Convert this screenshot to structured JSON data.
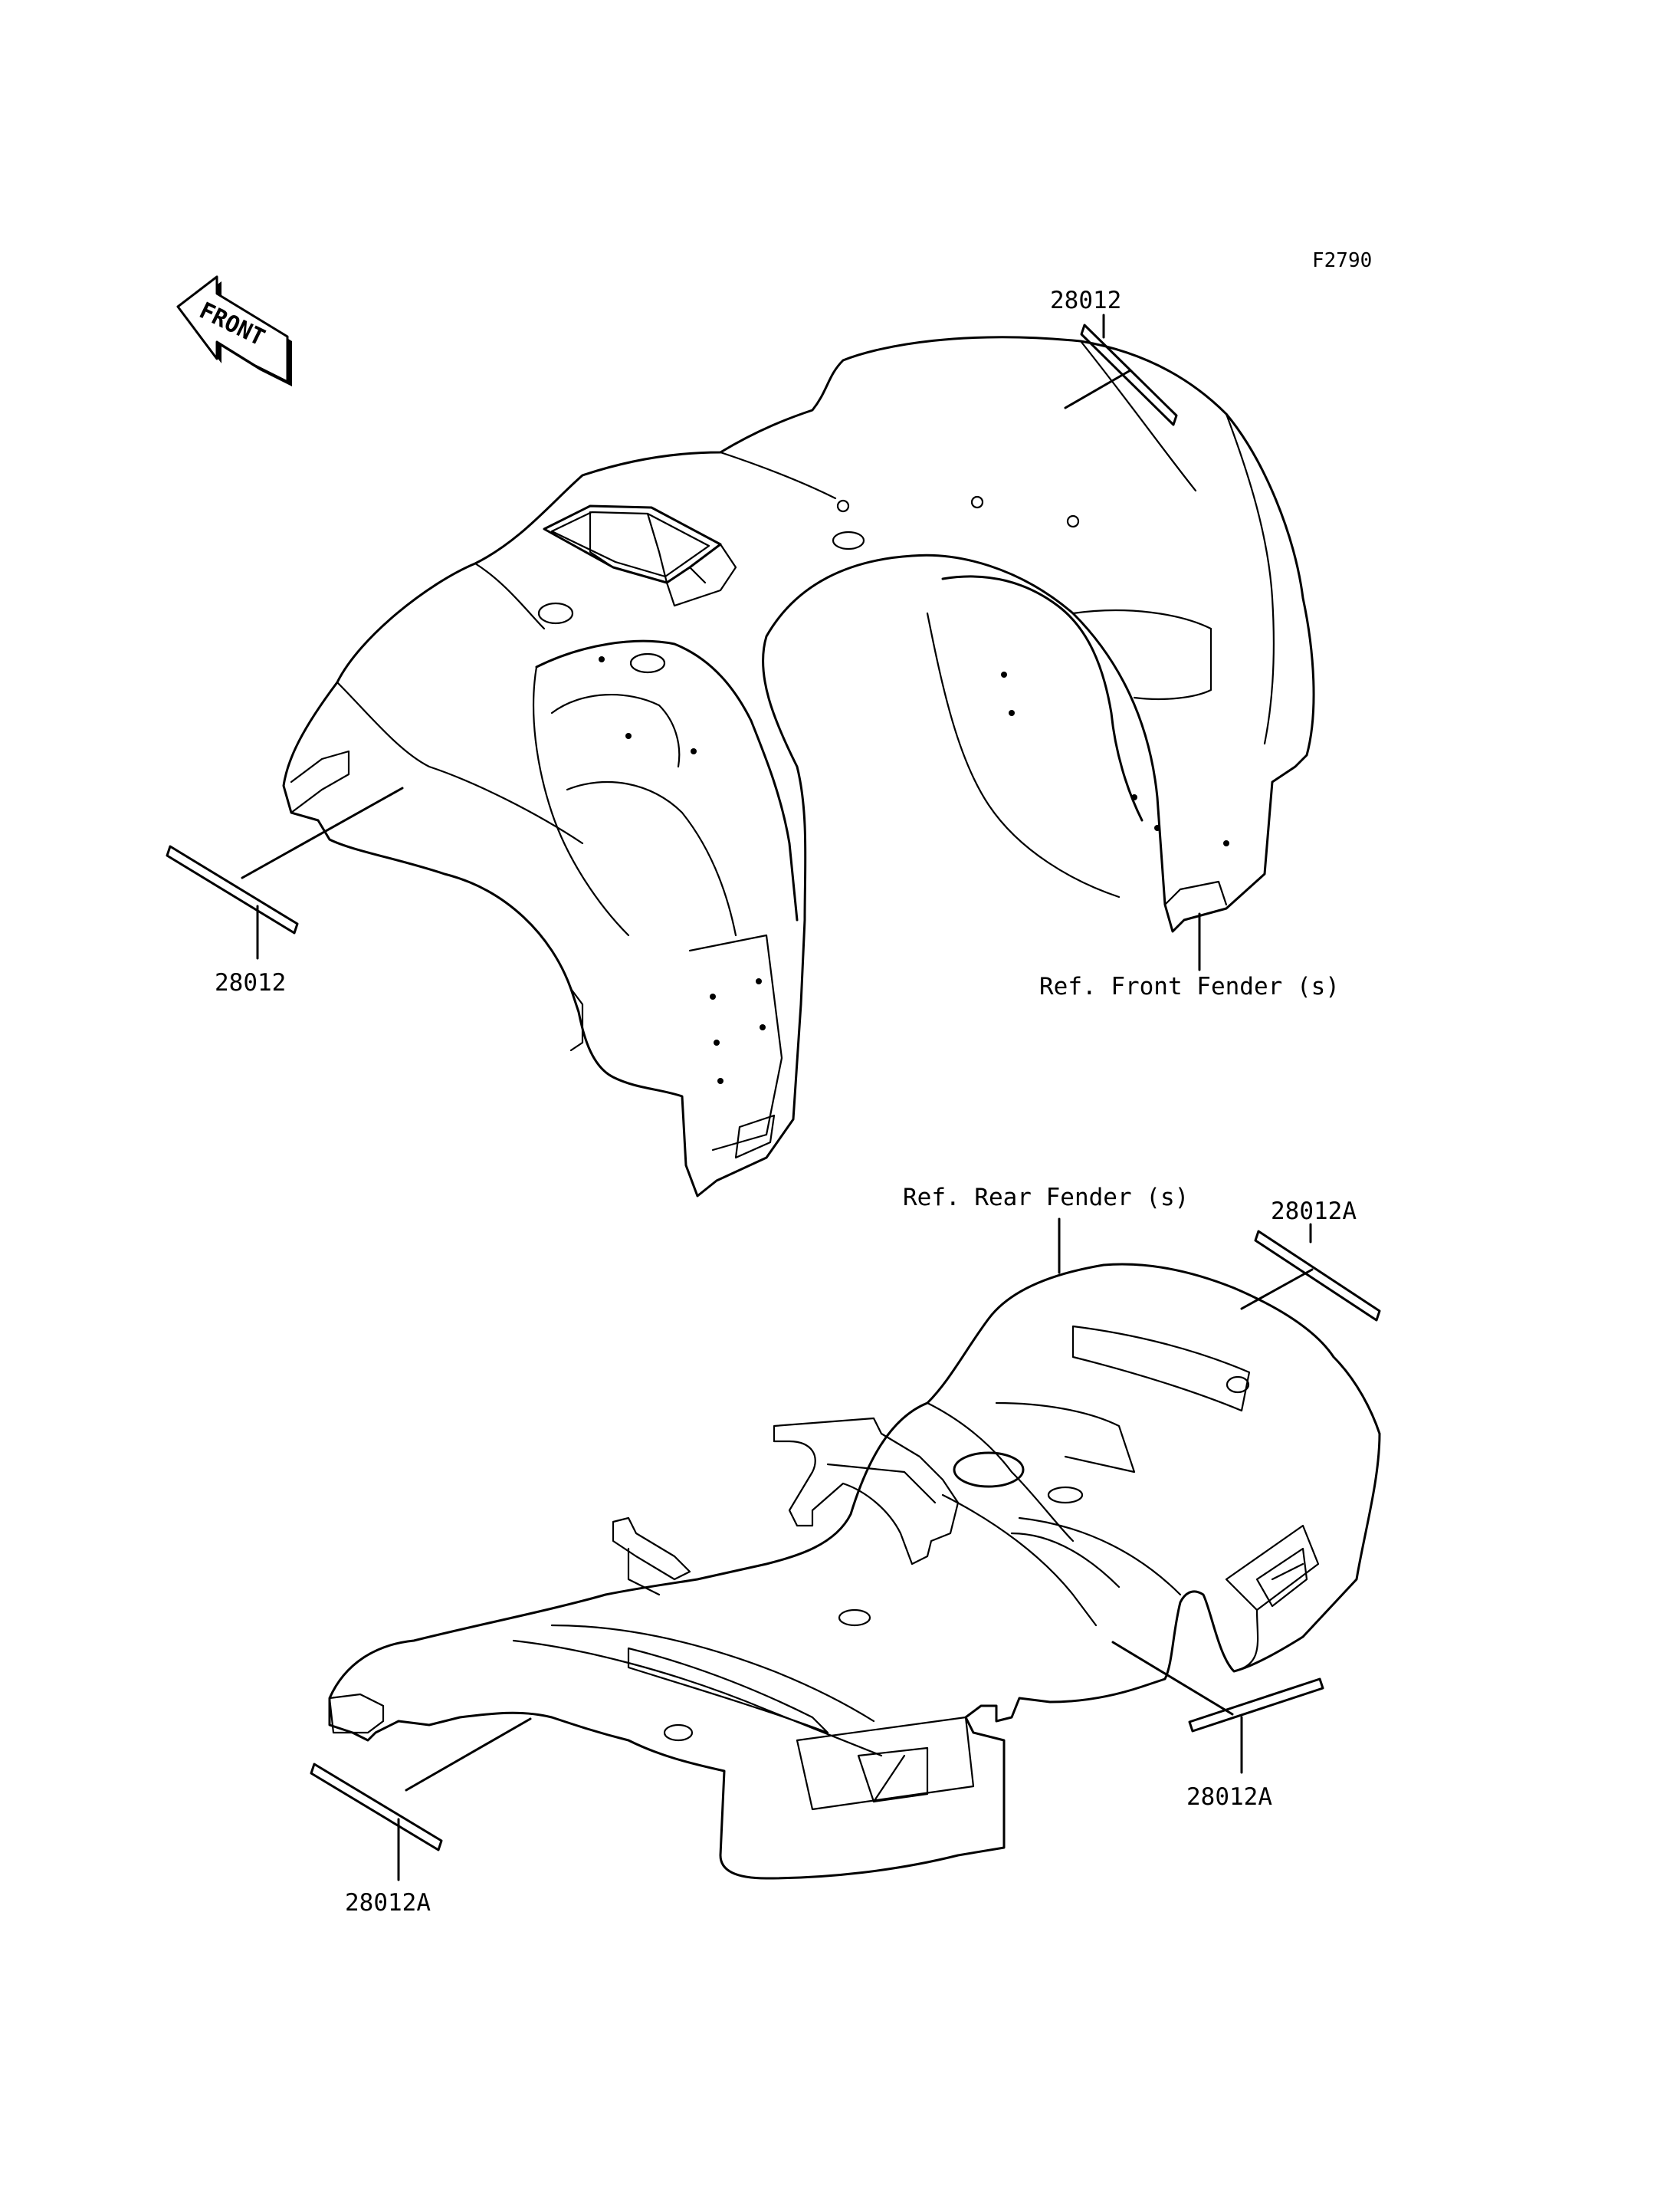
{
  "figure_code": "F2790",
  "front_arrow_label": "FRONT",
  "callouts": {
    "front_left_part": "28012",
    "front_right_part": "28012",
    "front_fender_ref": "Ref. Front Fender (s)",
    "rear_fender_ref": "Ref. Rear Fender (s)",
    "rear_top_right_part": "28012A",
    "rear_right_part": "28012A",
    "rear_left_part": "28012A"
  }
}
